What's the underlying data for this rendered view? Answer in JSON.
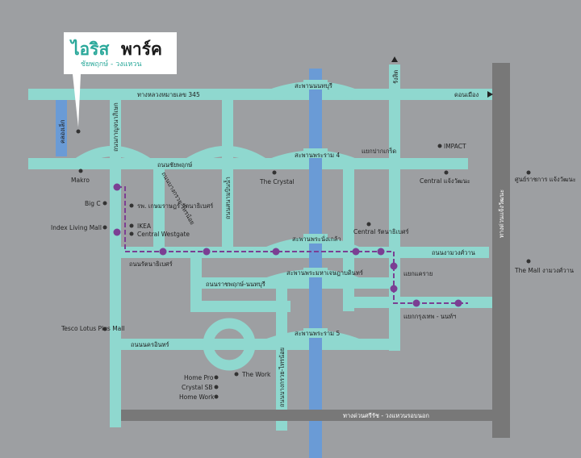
{
  "colors": {
    "background": "#9d9fa2",
    "road": "#8fd8cf",
    "river": "#6a9bd6",
    "expressway": "#787878",
    "bts_line": "#7b3f93",
    "station": "#7b3f93",
    "logo_green": "#2aa89a",
    "logo_dark": "#1a1a1a"
  },
  "logo": {
    "title_part1": "ไอริส",
    "title_part2": "พาร์ค",
    "subtitle": "ชัยพฤกษ์ - วงแหวน"
  },
  "roads": {
    "top": "ทางหลวงหมายเลข 345",
    "don_mueang": "ดอนเมือง",
    "nonthaburi_bridge": "สะพานนนทบุรี",
    "chaiyaphruek": "ถนนชัยพฤกษ์",
    "rama4_bridge": "สะพานพระราม 4",
    "pakkret": "แยกปากเกร็ด",
    "rattanathibet_bridge": "สะพานพระนั่งเกล้า",
    "ngamwongwan": "ถนนงามวงศ์วาน",
    "rattanathibet": "ถนนรัตนาธิเบศร์",
    "ratchaphruek": "ถนนราชพฤกษ์-นนทบุรี",
    "maha_chesadabodin_bridge": "สะพานพระมหาเจษฎาบดินทร์",
    "khae_rai": "แยกแคราย",
    "krungthep_nonthaburi": "แยกกรุงเทพ - นนท์ฯ",
    "nakhon_in": "ถนนนครอินทร์",
    "rama5_bridge": "สะพานพระราม 5",
    "outer_ring": "ทางด่วนศรีรัช - วงแหวนรอบนอก",
    "chaeng_watthana_exp": "ทางด่วนแจ้งวัฒนะ",
    "kanchanaphisek": "ถนนกาญจนาภิเษก",
    "bang_kruai_sai_noi": "ถนนบางกรวย-ไทรน้อย",
    "sanambinnam": "ถนนสนามบินน้ำ",
    "bang_kruai_sai_noi_2": "ถนนบางกรวย-ไทรน้อย",
    "khlong_lek": "คลองเล็ก",
    "rangsit": "รังสิต"
  },
  "places": {
    "makro": "Makro",
    "big_c": "Big C",
    "hospital": "รพ. เกษมราษฎร์ รัตนาธิเบศร์",
    "ikea": "IKEA",
    "central_westgate": "Central Westgate",
    "index": "Index Living Mall",
    "the_crystal": "The Crystal",
    "impact": "IMPACT",
    "central_chaeng": "Central แจ้งวัฒนะ",
    "govt_center": "ศูนย์ราชการ แจ้งวัฒนะ",
    "central_rattana": "Central รัตนาธิเบศร์",
    "the_mall": "The Mall งามวงศ์วาน",
    "tesco": "Tesco Lotus Plus Mall",
    "home_pro": "Home Pro",
    "crystal_sb": "Crystal SB",
    "home_work": "Home Work",
    "the_work": "The Work"
  }
}
